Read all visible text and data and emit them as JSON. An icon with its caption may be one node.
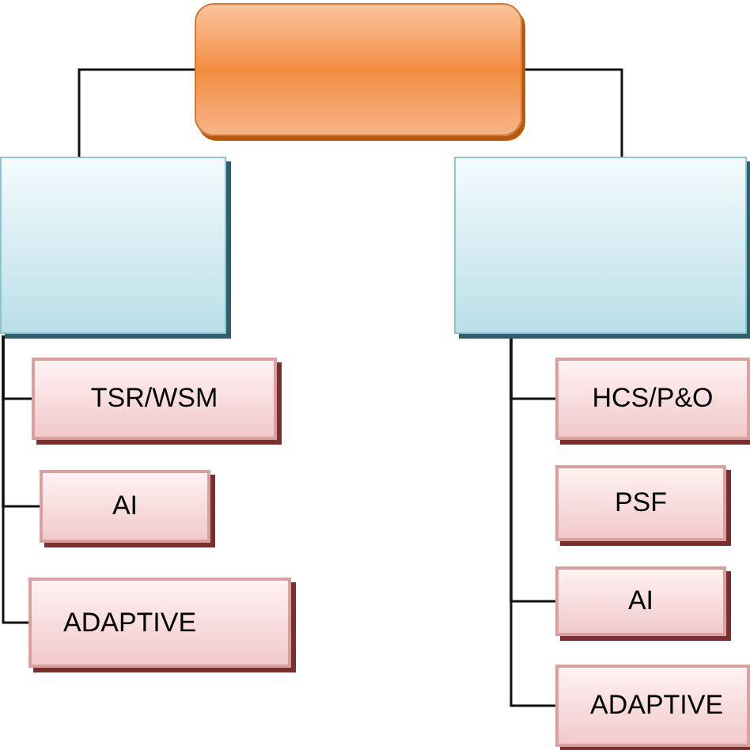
{
  "diagram": {
    "nodes": [
      {
        "text": [],
        "shape": "box"
      },
      {
        "text": [],
        "shape": "box"
      },
      {
        "text": [
          "TSR/WSM"
        ]
      },
      {
        "text": [
          "AI"
        ]
      },
      {
        "text": [
          "ADAPTIVE"
        ]
      },
      {
        "text": [],
        "shape": "box"
      },
      {
        "text": [
          "HCS/P&O"
        ]
      },
      {
        "text": [
          "PSF"
        ]
      },
      {
        "text": [
          "AI"
        ]
      },
      {
        "text": [
          "ADAPTIVE"
        ]
      }
    ],
    "edges": [
      {
        "from": 0,
        "to": 1,
        "arrow": "none"
      },
      {
        "from": 0,
        "to": 5,
        "arrow": "none"
      },
      {
        "from": 1,
        "to": 2,
        "arrow": "none"
      },
      {
        "from": 1,
        "to": 3,
        "arrow": "none"
      },
      {
        "from": 1,
        "to": 4,
        "arrow": "none"
      },
      {
        "from": 5,
        "to": 6,
        "arrow": "none"
      },
      {
        "from": 5,
        "to": 8,
        "arrow": "none"
      },
      {
        "from": 5,
        "to": 9,
        "arrow": "none"
      }
    ]
  }
}
